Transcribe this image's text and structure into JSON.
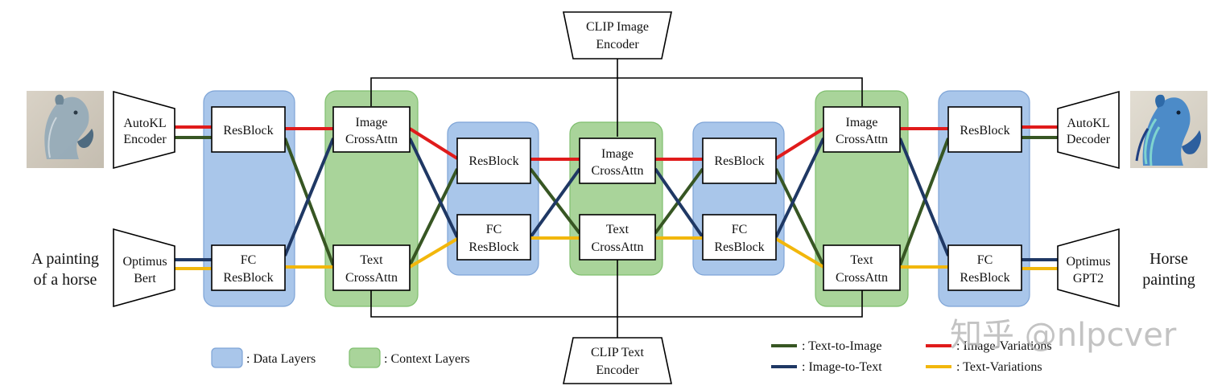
{
  "colors": {
    "data_layer_fill": "#a9c6ea",
    "data_layer_stroke": "#7ea4d6",
    "context_layer_fill": "#a9d49a",
    "context_layer_stroke": "#7fbf6e",
    "text_to_image": "#375623",
    "image_to_text": "#1f3864",
    "image_variations": "#e01b1b",
    "text_variations": "#f2b70c",
    "box_stroke": "#000000"
  },
  "encoders": {
    "clip_image": [
      "CLIP Image",
      "Encoder"
    ],
    "clip_text": [
      "CLIP Text",
      "Encoder"
    ],
    "autokl_encoder": [
      "AutoKL",
      "Encoder"
    ],
    "autokl_decoder": [
      "AutoKL",
      "Decoder"
    ],
    "optimus_bert": [
      "Optimus",
      "Bert"
    ],
    "optimus_gpt2": [
      "Optimus",
      "GPT2"
    ]
  },
  "io": {
    "input_text": [
      "A painting",
      "of a horse"
    ],
    "output_text": [
      "Horse",
      "painting"
    ],
    "input_image_icon": "horse-painting-input",
    "output_image_icon": "horse-painting-output"
  },
  "blocks": {
    "resblock": [
      "ResBlock"
    ],
    "fc_resblock": [
      "FC",
      "ResBlock"
    ],
    "image_crossattn": [
      "Image",
      "CrossAttn"
    ],
    "text_crossattn": [
      "Text",
      "CrossAttn"
    ]
  },
  "legend": {
    "data_layers": ": Data Layers",
    "context_layers": ": Context Layers",
    "text_to_image": ": Text-to-Image",
    "image_to_text": ": Image-to-Text",
    "image_variations": ": Image-Variations",
    "text_variations": ": Text-Variations"
  },
  "watermark": "知乎 @nlpcver"
}
